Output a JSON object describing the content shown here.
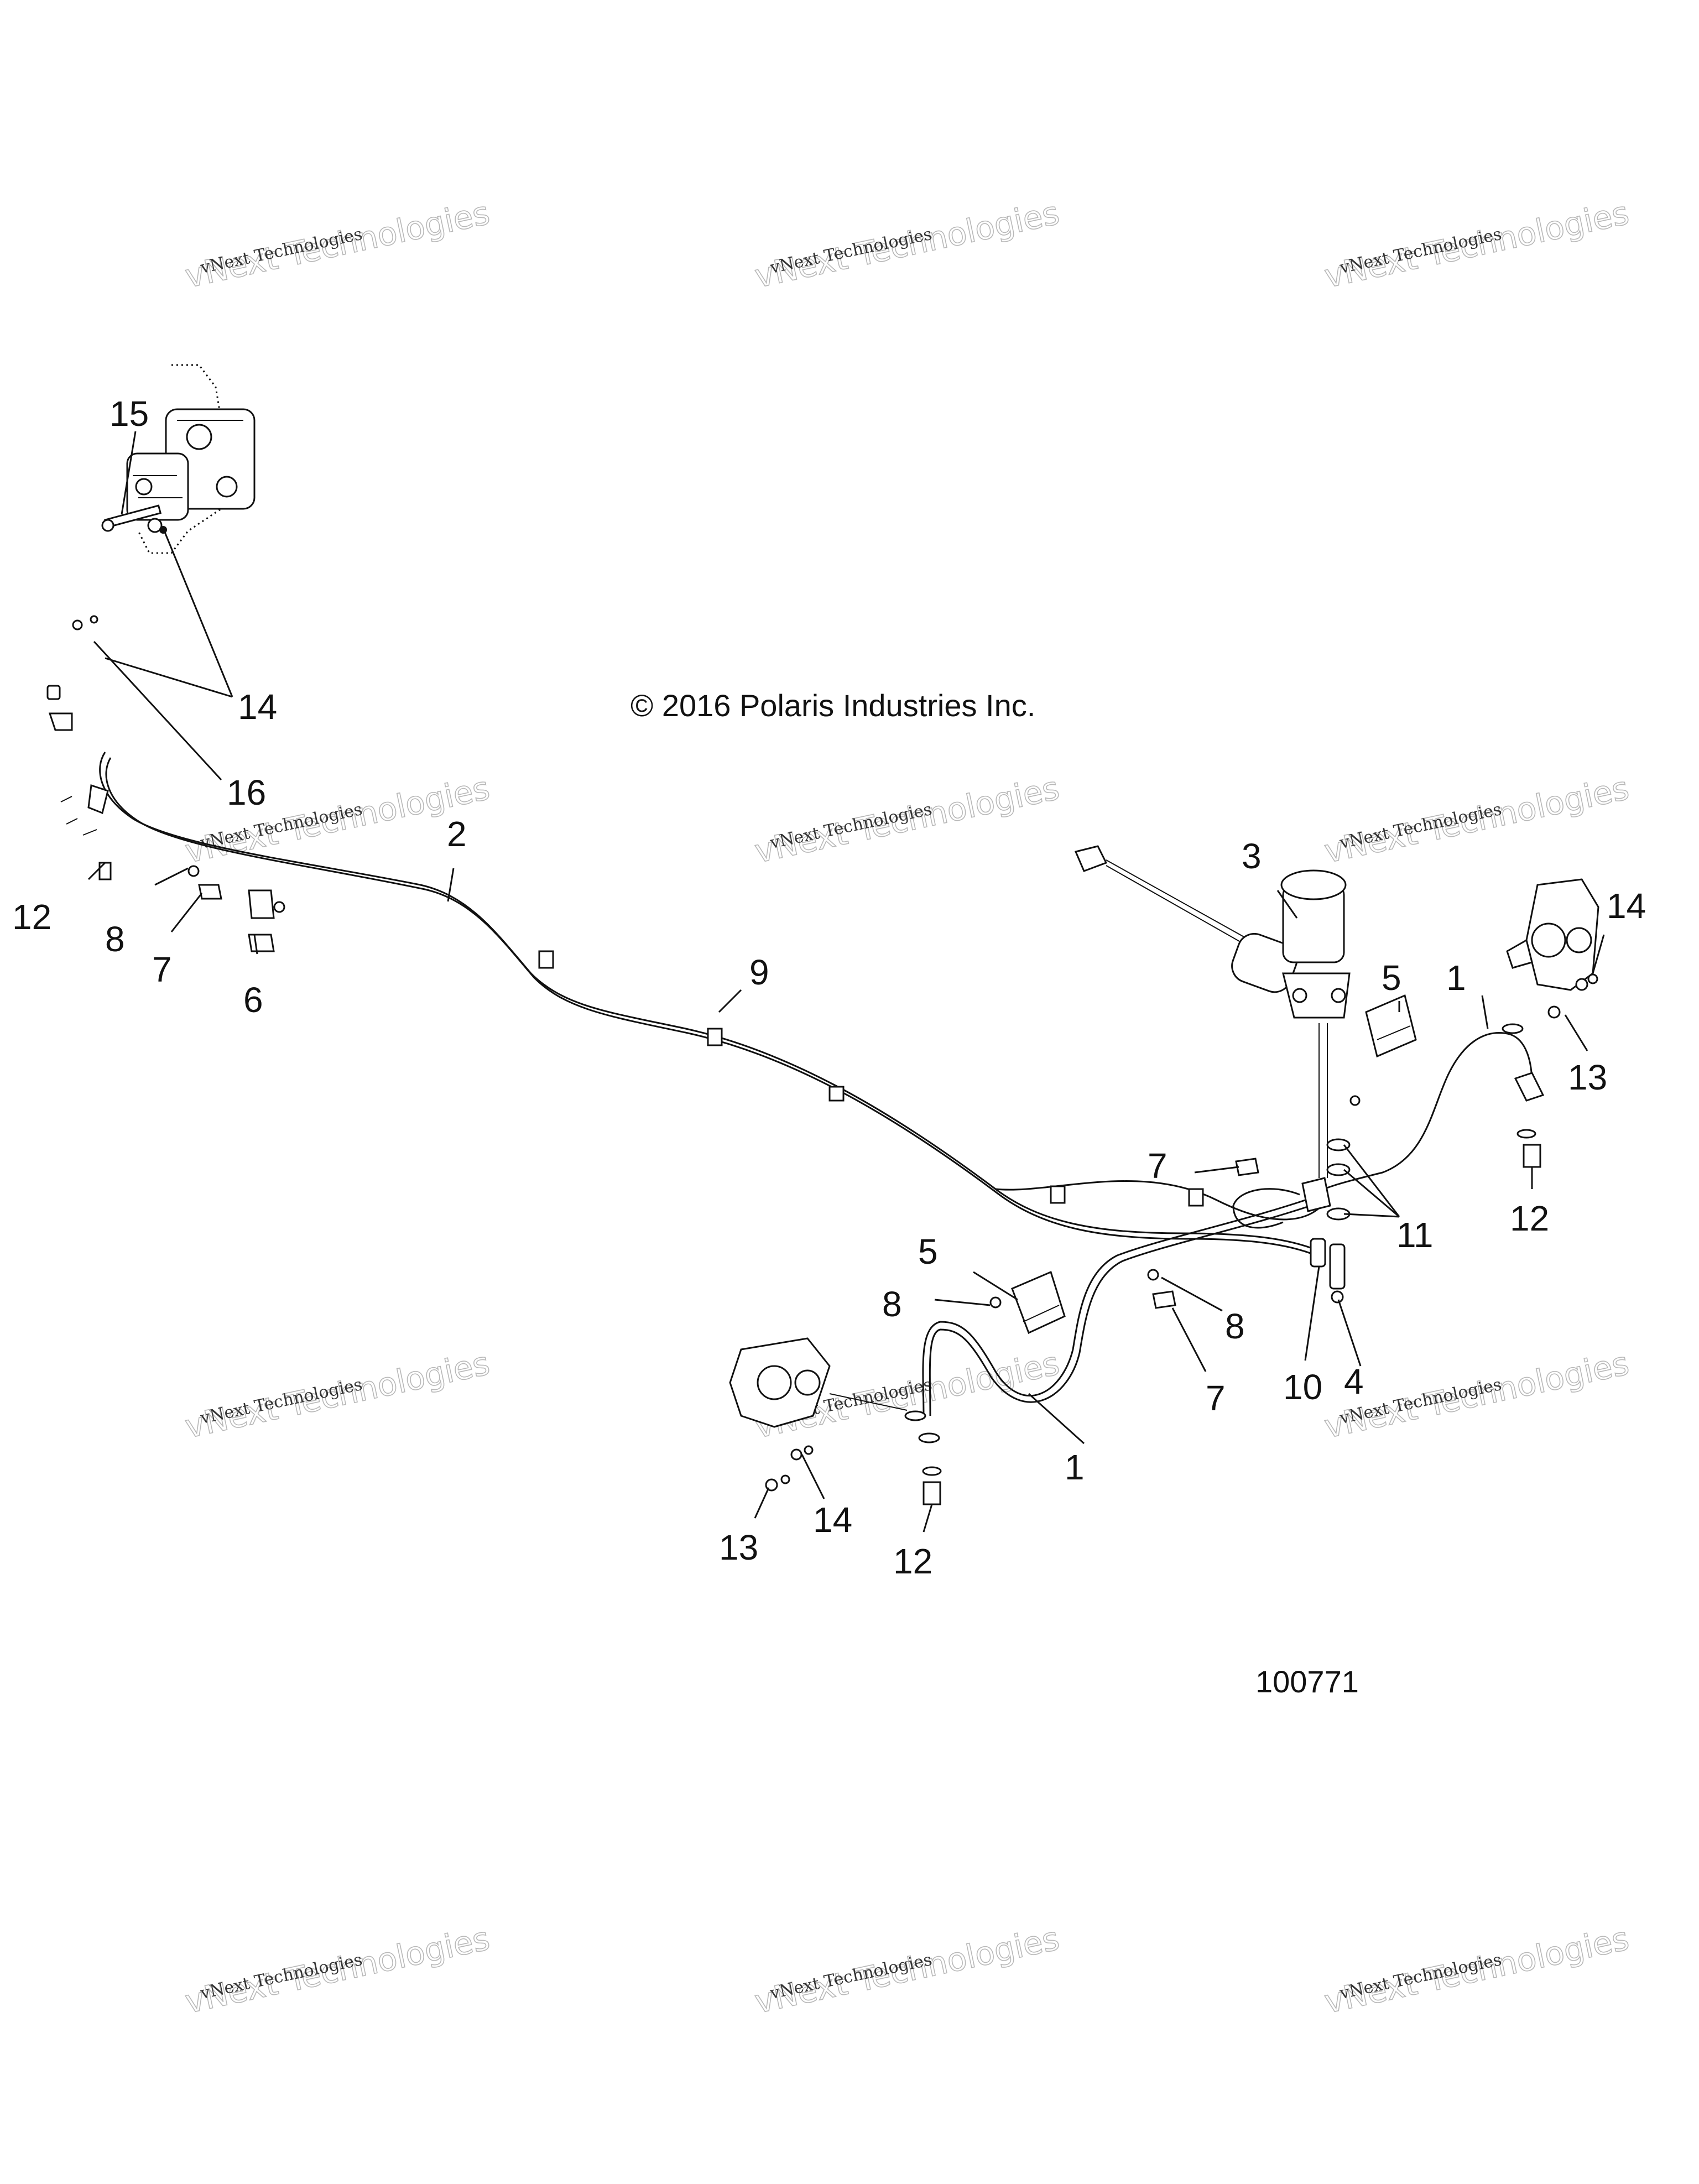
{
  "copyright": "© 2016 Polaris Industries Inc.",
  "figure_number": "100771",
  "watermark": {
    "line1": "vNext Technologies",
    "line2": "vNext Technologies"
  },
  "callouts": {
    "c15": "15",
    "c14a": "14",
    "c16": "16",
    "c12a": "12",
    "c8a": "8",
    "c7a": "7",
    "c6": "6",
    "c2": "2",
    "c9": "9",
    "c3": "3",
    "c5a": "5",
    "c1a": "1",
    "c14b": "14",
    "c13a": "13",
    "c12b": "12",
    "c7b": "7",
    "c11": "11",
    "c5b": "5",
    "c8b": "8",
    "c8c": "8",
    "c7c": "7",
    "c10": "10",
    "c4": "4",
    "c1b": "1",
    "c13b": "13",
    "c14c": "14",
    "c12c": "12"
  }
}
